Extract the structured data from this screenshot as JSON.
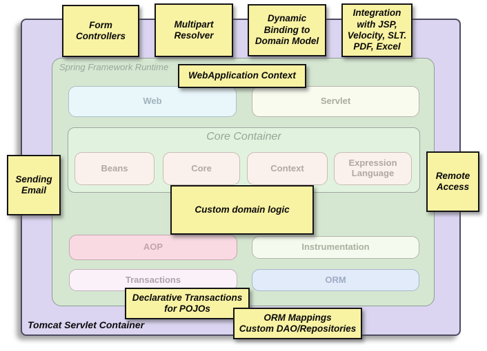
{
  "containers": {
    "tomcat_label": "Tomcat Servlet Container",
    "spring_label": "Spring Framework Runtime"
  },
  "modules": {
    "web": "Web",
    "servlet": "Servlet",
    "core_container_title": "Core Container",
    "beans": "Beans",
    "core": "Core",
    "context": "Context",
    "expression_language": "Expression\nLanguage",
    "aop": "AOP",
    "instrumentation": "Instrumentation",
    "transactions": "Transactions",
    "orm": "ORM"
  },
  "notes": [
    {
      "id": "form-controllers",
      "text": "Form\nControllers"
    },
    {
      "id": "multipart-resolver",
      "text": "Multipart\nResolver"
    },
    {
      "id": "dynamic-binding",
      "text": "Dynamic\nBinding to\nDomain Model"
    },
    {
      "id": "integration-views",
      "text": "Integration\nwith JSP,\nVelocity, SLT.\nPDF, Excel"
    },
    {
      "id": "webapplication-context",
      "text": "WebApplication Context"
    },
    {
      "id": "sending-email",
      "text": "Sending\nEmail"
    },
    {
      "id": "remote-access",
      "text": "Remote\nAccess"
    },
    {
      "id": "custom-domain-logic",
      "text": "Custom domain logic"
    },
    {
      "id": "declarative-transactions",
      "text": "Declarative Transactions\nfor POJOs"
    },
    {
      "id": "orm-mappings",
      "text": "ORM Mappings\nCustom DAO/Repositories"
    }
  ],
  "colors": {
    "note_fill": "#F8F2A3",
    "tomcat_fill": "#DBD5F2",
    "runtime_fill": "#D5E7D1",
    "core_container_fill": "#E1F3DE",
    "web_fill": "#E9F7FB",
    "servlet_fill": "#F9FBEF",
    "bean_fill": "#FBF1EC",
    "aop_fill": "#F9DAE2",
    "instrumentation_fill": "#F5FAEE",
    "transactions_fill": "#FBF1F9",
    "orm_fill": "#E1EBF9"
  }
}
